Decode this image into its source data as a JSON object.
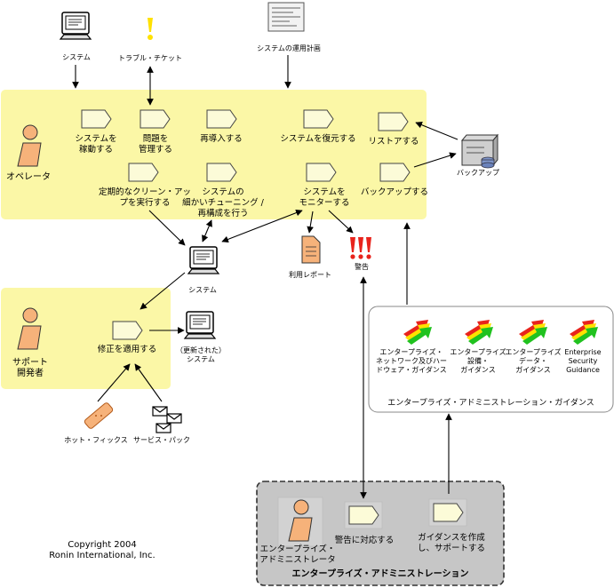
{
  "top": {
    "system": "システム",
    "trouble_ticket": "トラブル・チケット",
    "ops_plan": "システムの運用計画"
  },
  "operator": {
    "role": "オペレータ",
    "tasks": {
      "start_system": [
        "システムを",
        "稼動する"
      ],
      "manage_problems": [
        "問題を",
        "管理する"
      ],
      "reinstall": "再導入する",
      "restore_system": "システムを復元する",
      "restore": "リストアする",
      "cleanup": [
        "定期的なクリーン・アッ",
        "プを実行する"
      ],
      "tuning": [
        "システムの",
        "細かいチューニング /",
        "再構成を行う"
      ],
      "monitor": [
        "システムを",
        "モニターする"
      ],
      "backup": "バックアップする"
    },
    "backup_store": "バックアップ"
  },
  "middle": {
    "system": "システム",
    "usage_report": "利用レポート",
    "alert": "警告"
  },
  "support": {
    "role": [
      "サポート",
      "開発者"
    ],
    "apply_fix": "修正を適用する",
    "updated_system": [
      "（更新された）",
      "システム"
    ],
    "hotfix": "ホット・フィックス",
    "service_pack": "サービス・パック"
  },
  "guidance": {
    "title": "エンタープライズ・アドミニストレーション・ガイダンス",
    "items": [
      [
        "エンタープライズ・",
        "ネットワーク及びハー",
        "ドウェア・ガイダンス"
      ],
      [
        "エンタープライズ",
        "設備・",
        "ガイダンス"
      ],
      [
        "エンタープライズ",
        "データ・",
        "ガイダンス"
      ],
      [
        "Enterprise",
        "Security",
        "Guidance"
      ]
    ]
  },
  "enterprise_admin": {
    "title": "エンタープライズ・アドミニストレーション",
    "role": [
      "エンタープライズ・",
      "アドミニストレータ"
    ],
    "respond_alerts": "警告に対応する",
    "create_guidance": [
      "ガイダンスを作成",
      "し、サポートする"
    ]
  },
  "copyright": [
    "Copyright 2004",
    "Ronin International, Inc."
  ],
  "colors": {
    "zone_yellow": "#fbf7a6",
    "task_fill": "#fcfbd8",
    "person_fill": "#f6b27a",
    "guidance_arrow_red": "#e8231c",
    "guidance_arrow_yellow": "#ffe100",
    "guidance_arrow_green": "#20c21f",
    "admin_box": "#c6c6c6"
  }
}
